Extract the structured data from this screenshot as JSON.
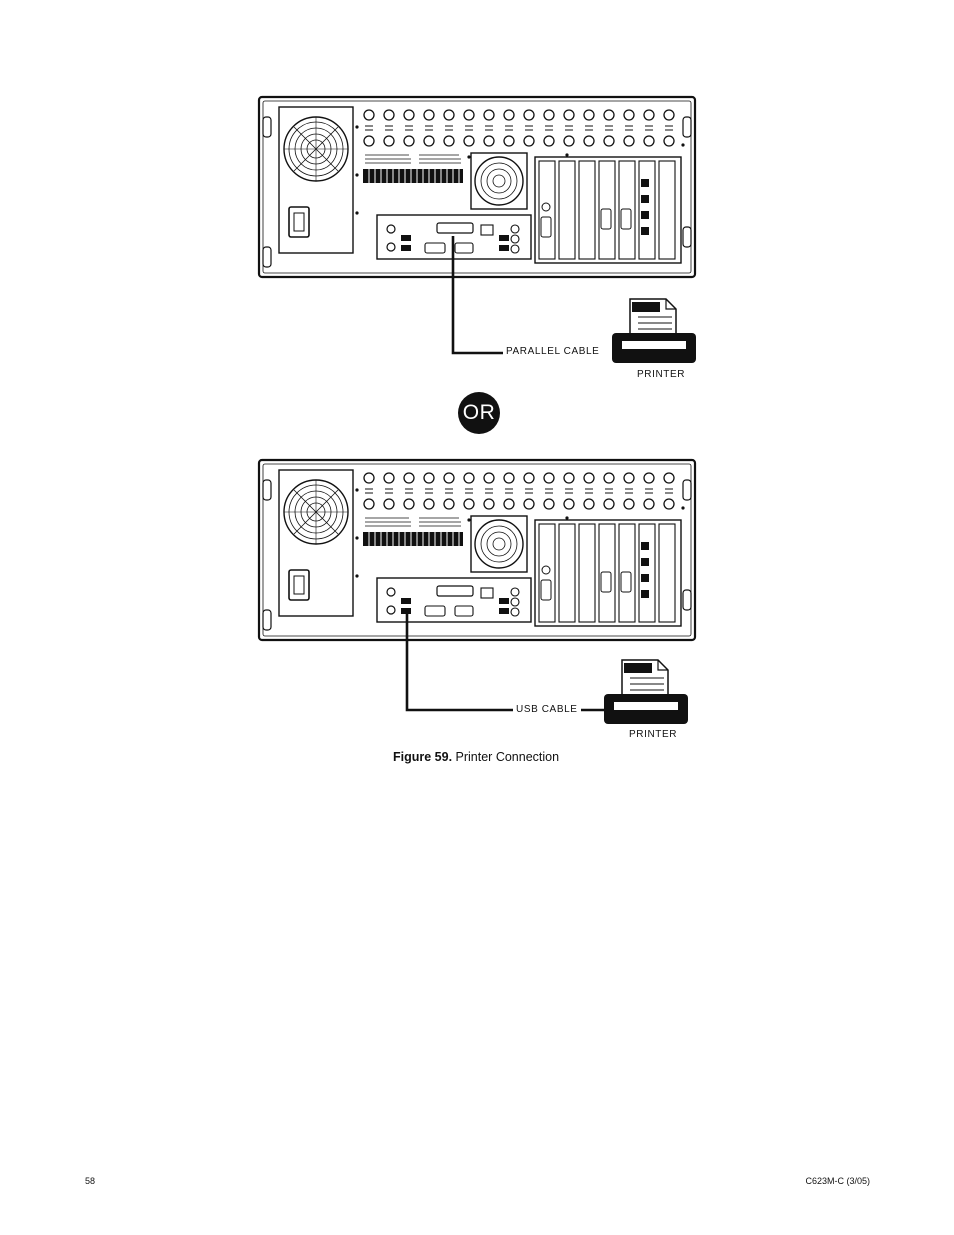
{
  "figure_top": {
    "cable_label": "PARALLEL  CABLE",
    "printer_label": "PRINTER"
  },
  "or_label": "OR",
  "figure_bottom": {
    "cable_label": "USB CABLE",
    "printer_label": "PRINTER"
  },
  "caption": {
    "number": "Figure 59.",
    "text": "Printer Connection"
  },
  "footer": {
    "page_number": "58",
    "doc_id": "C623M-C (3/05)"
  },
  "colors": {
    "ink": "#111111",
    "paper": "#ffffff"
  }
}
